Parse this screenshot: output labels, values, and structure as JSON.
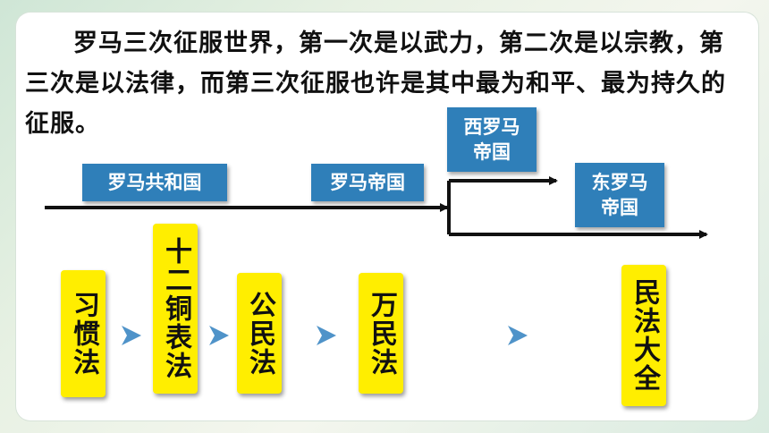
{
  "intro": "罗马三次征服世界，第一次是以武力，第二次是以宗教，第三次是以法律，而第三次征服也许是其中最为和平、最为持久的征服。",
  "eras": {
    "republic": "罗马共和国",
    "empire": "罗马帝国",
    "western_empire": "西罗马帝国",
    "eastern_empire": "东罗马帝国"
  },
  "laws": [
    "习惯法",
    "十二铜表法",
    "公民法",
    "万民法",
    "民法大全"
  ],
  "colors": {
    "era": "#2f7fb9",
    "law": "#ffee00",
    "chevron": "#4f93c9"
  }
}
